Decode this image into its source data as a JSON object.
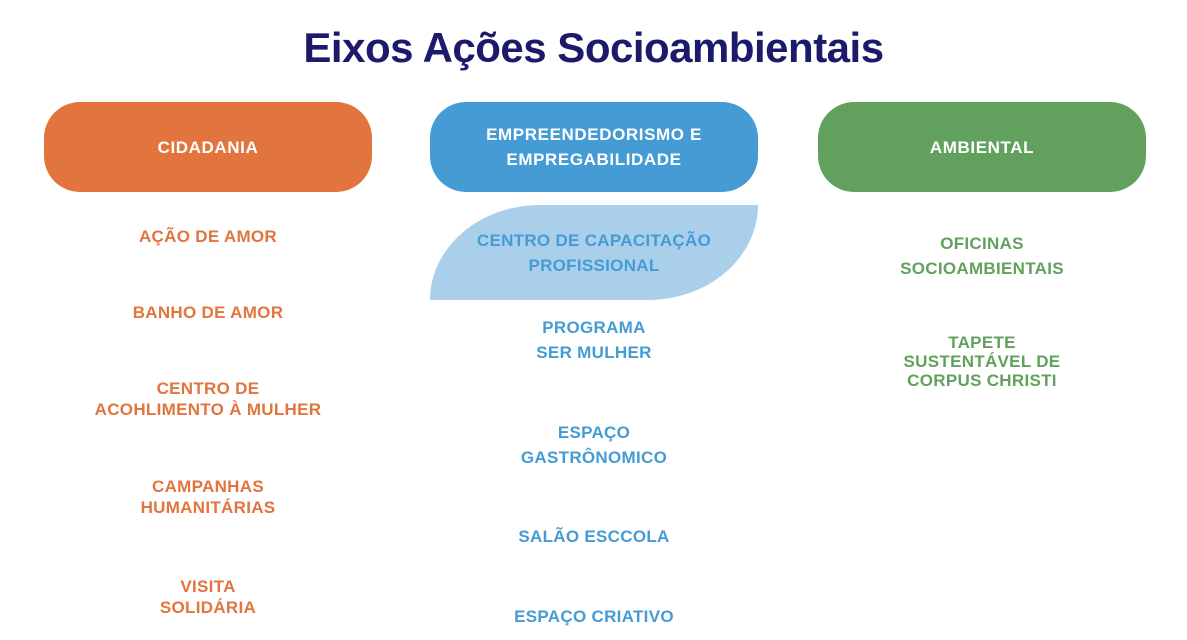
{
  "title": "Eixos Ações Socioambientais",
  "columns": [
    {
      "header": "CIDADANIA",
      "color": "#e2743d",
      "items": [
        "AÇÃO DE AMOR",
        "BANHO DE AMOR",
        "CENTRO DE\nACOHLIMENTO À MULHER",
        "CAMPANHAS\nHUMANITÁRIAS",
        "VISITA\nSOLIDÁRIA"
      ]
    },
    {
      "header": "EMPREENDEDORISMO E\nEMPREGABILIDADE",
      "color": "#459bd4",
      "highlight_color": "#aacfea",
      "items": [
        "CENTRO DE CAPACITAÇÃO\nPROFISSIONAL",
        "PROGRAMA\nSER MULHER",
        "ESPAÇO\nGASTRÔNOMICO",
        "SALÃO ESCCOLA",
        "ESPAÇO CRIATIVO"
      ]
    },
    {
      "header": "AMBIENTAL",
      "color": "#62a05d",
      "items": [
        "OFICINAS\nSOCIOAMBIENTAIS",
        "TAPETE\nSUSTENTÁVEL DE\nCORPUS CHRISTI"
      ]
    }
  ]
}
